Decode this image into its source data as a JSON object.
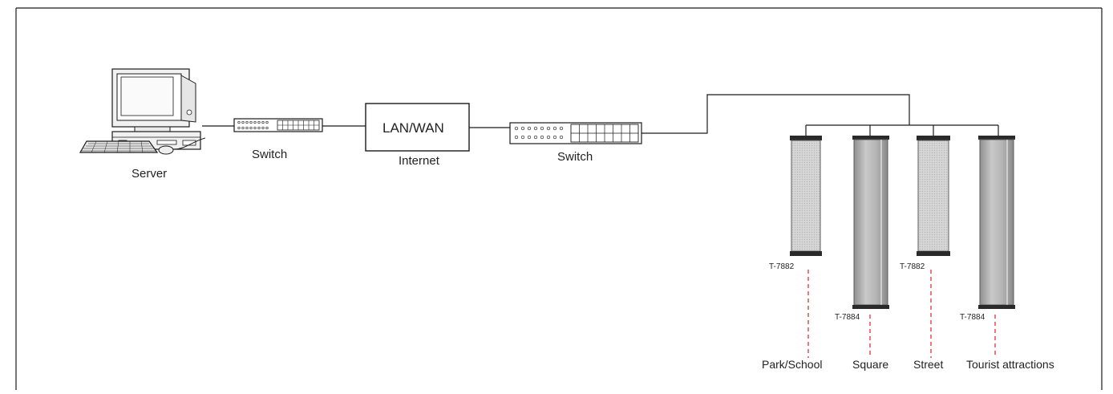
{
  "nodes": {
    "server": {
      "label": "Server"
    },
    "switch_left": {
      "label": "Switch"
    },
    "network": {
      "title": "LAN/WAN",
      "caption": "Internet"
    },
    "switch_right": {
      "label": "Switch"
    }
  },
  "speakers": [
    {
      "model": "T-7882",
      "location": "Park/School"
    },
    {
      "model": "T-7884",
      "location": "Square"
    },
    {
      "model": "T-7882",
      "location": "Street"
    },
    {
      "model": "T-7884",
      "location": "Tourist attractions"
    }
  ],
  "colors": {
    "line": "#1a1a1a",
    "dashed_lead": "#e0202a",
    "speaker_light": "#d9d9d9",
    "speaker_dark": "#9a9a9a"
  }
}
